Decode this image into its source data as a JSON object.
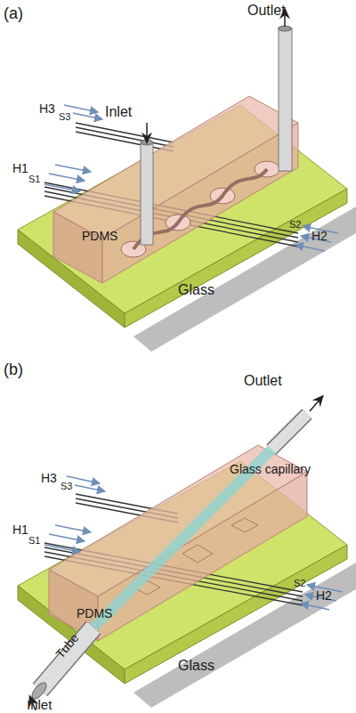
{
  "diagram": {
    "labels": [
      "(a)",
      "Outlet",
      "H3",
      "S3",
      "Inlet",
      "H1",
      "S1",
      "PDMS",
      "S2",
      "H2",
      "Glass",
      "(b)",
      "Outlet",
      "H3",
      "S3",
      "Glass capillary",
      "H1",
      "S1",
      "PDMS",
      "S2",
      "H2",
      "Tube",
      "Glass",
      "Inlet"
    ]
  }
}
